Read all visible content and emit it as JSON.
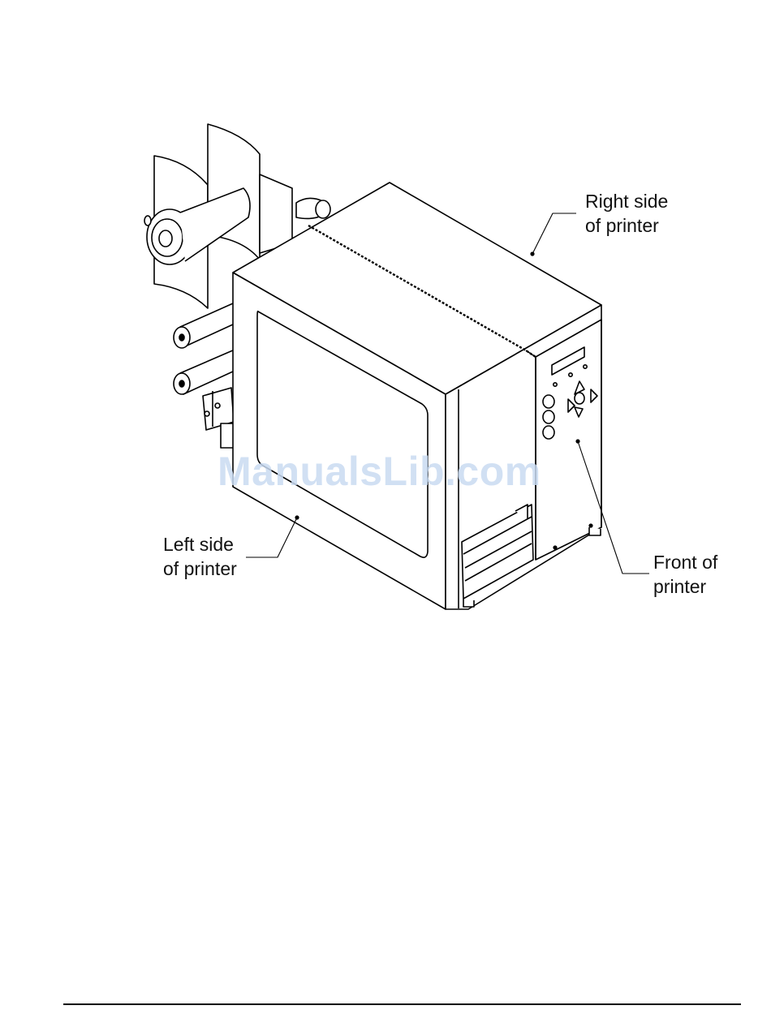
{
  "callouts": {
    "right_side": [
      "Right side",
      "of printer"
    ],
    "left_side": [
      "Left side",
      "of printer"
    ],
    "front": [
      "Front of",
      "printer"
    ]
  },
  "watermark": "ManualsLib.com",
  "colors": {
    "line": "#000000",
    "watermark": "#c9dbf2",
    "background": "#ffffff"
  }
}
